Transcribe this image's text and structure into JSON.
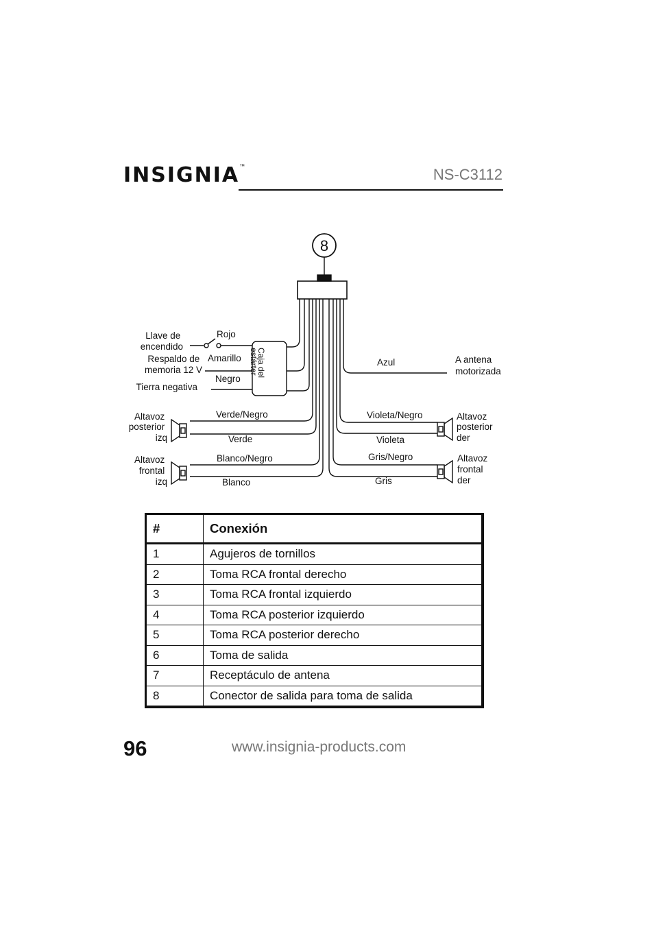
{
  "header": {
    "logo": "INSIGNIA",
    "logo_tm": "™",
    "model": "NS-C3112"
  },
  "diagram": {
    "callout": "8",
    "starter_box": [
      "Caja del",
      "estárter"
    ],
    "left_labels": {
      "ignition": [
        "Llave de",
        "encendido"
      ],
      "backup": [
        "Respaldo de",
        "memoria 12 V"
      ],
      "ground": "Tierra negativa",
      "rear_speaker": [
        "Altavoz",
        "posterior",
        "izq"
      ],
      "front_speaker": [
        "Altavoz",
        "frontal",
        "izq"
      ]
    },
    "right_labels": {
      "antenna": [
        "A antena",
        "motorizada"
      ],
      "rear_speaker": [
        "Altavoz",
        "posterior",
        "der"
      ],
      "front_speaker": [
        "Altavoz",
        "frontal",
        "der"
      ]
    },
    "wires": {
      "red": "Rojo",
      "yellow": "Amarillo",
      "black": "Negro",
      "blue": "Azul",
      "green_black": "Verde/Negro",
      "green": "Verde",
      "white_black": "Blanco/Negro",
      "white": "Blanco",
      "violet_black": "Violeta/Negro",
      "violet": "Violeta",
      "gray_black": "Gris/Negro",
      "gray": "Gris"
    }
  },
  "table": {
    "headers": [
      "#",
      "Conexión"
    ],
    "rows": [
      [
        "1",
        "Agujeros de tornillos"
      ],
      [
        "2",
        "Toma RCA frontal derecho"
      ],
      [
        "3",
        "Toma RCA frontal izquierdo"
      ],
      [
        "4",
        "Toma RCA posterior izquierdo"
      ],
      [
        "5",
        "Toma RCA posterior derecho"
      ],
      [
        "6",
        "Toma de salida"
      ],
      [
        "7",
        "Receptáculo de antena"
      ],
      [
        "8",
        "Conector de salida para toma de salida"
      ]
    ]
  },
  "footer": {
    "page_number": "96",
    "url": "www.insignia-products.com"
  }
}
